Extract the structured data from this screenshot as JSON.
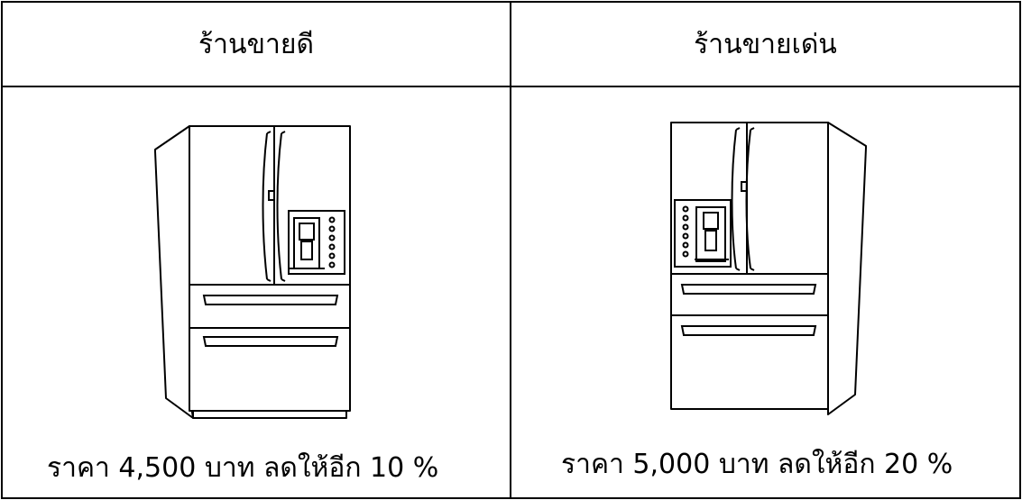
{
  "stores": [
    {
      "name": "ร้านขายดี",
      "price_text": "ราคา 4,500 บาท ลดให้อีก 10 %"
    },
    {
      "name": "ร้านขายเด่น",
      "price_text": "ราคา 5,000 บาท ลดให้อีก 20 %"
    }
  ]
}
